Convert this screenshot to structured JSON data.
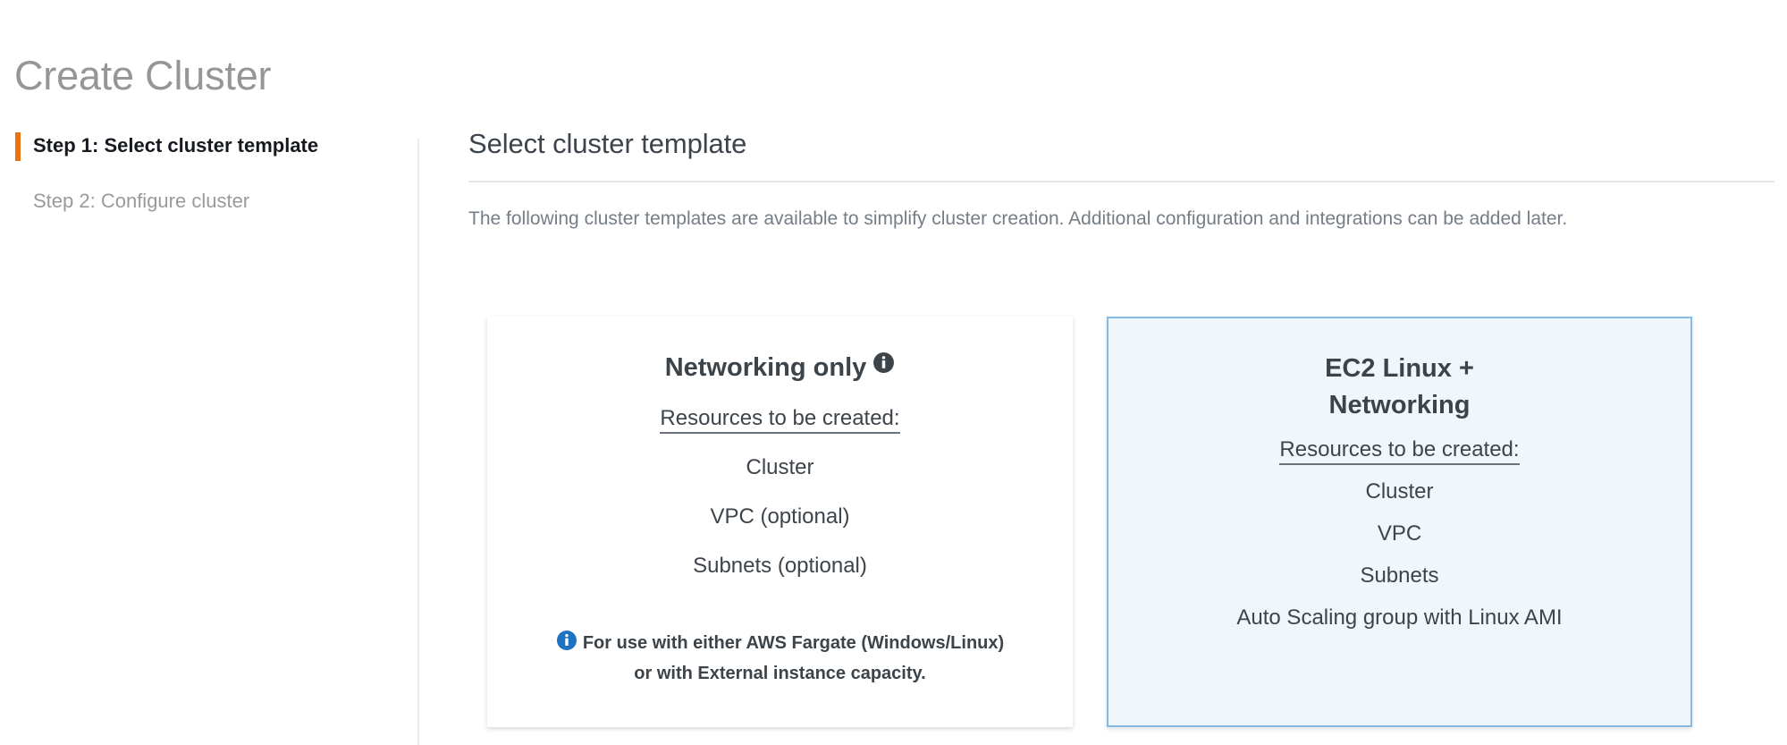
{
  "page": {
    "title": "Create Cluster"
  },
  "wizard": {
    "steps": [
      {
        "label": "Step 1: Select cluster template",
        "active": true
      },
      {
        "label": "Step 2: Configure cluster",
        "active": false
      }
    ],
    "active_accent_color": "#ec7211"
  },
  "main": {
    "section_title": "Select cluster template",
    "description": "The following cluster templates are available to simplify cluster creation. Additional configuration and integrations can be added later."
  },
  "templates": {
    "resources_label": "Resources to be created:",
    "cards": [
      {
        "title": "Networking only",
        "has_title_info_icon": true,
        "selected": false,
        "resources": [
          "Cluster",
          "VPC (optional)",
          "Subnets (optional)"
        ],
        "footnote_line1": "For use with either AWS Fargate (Windows/Linux)",
        "footnote_line2": "or with External instance capacity.",
        "footnote_icon_color": "#1d72c2"
      },
      {
        "title_line1": "EC2 Linux +",
        "title_line2": "Networking",
        "has_title_info_icon": false,
        "selected": true,
        "resources": [
          "Cluster",
          "VPC",
          "Subnets",
          "Auto Scaling group with Linux AMI"
        ],
        "selected_background": "#eff7fd",
        "selected_border": "#86b9e3"
      }
    ]
  },
  "icons": {
    "info_dark": "info-circle-icon",
    "info_blue": "info-circle-icon"
  }
}
